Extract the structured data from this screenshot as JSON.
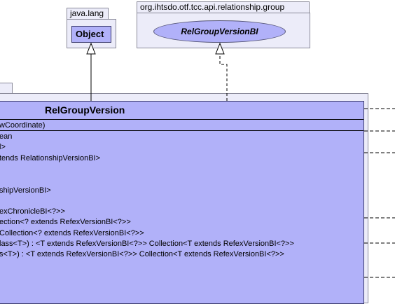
{
  "packages": {
    "java_lang": {
      "name": "java.lang"
    },
    "relationship_group": {
      "name": "org.ihtsdo.otf.tcc.api.relationship.group"
    }
  },
  "classes": {
    "object": {
      "name": "Object"
    },
    "rel_group_version_bi": {
      "name": "RelGroupVersionBI"
    },
    "rel_group_version": {
      "name": "RelGroupVersion",
      "constructor_line": "wCoordinate)",
      "members": [
        "ean",
        "l>",
        "tends RelationshipVersionBI>",
        "",
        "",
        "shipVersionBI>",
        "",
        "exChronicleBI<?>>",
        "ection<? extends RefexVersionBI<?>>",
        "Collection<? extends RefexVersionBI<?>>",
        "lass<T>) : <T extends RefexVersionBI<?>> Collection<T extends RefexVersionBI<?>>",
        "s<T>) : <T extends RefexVersionBI<?>> Collection<T extends RefexVersionBI<?>>"
      ]
    }
  },
  "colors": {
    "class_fill": "#b1b1f9",
    "package_fill": "#ececf9",
    "border": "#3c3c6e"
  }
}
